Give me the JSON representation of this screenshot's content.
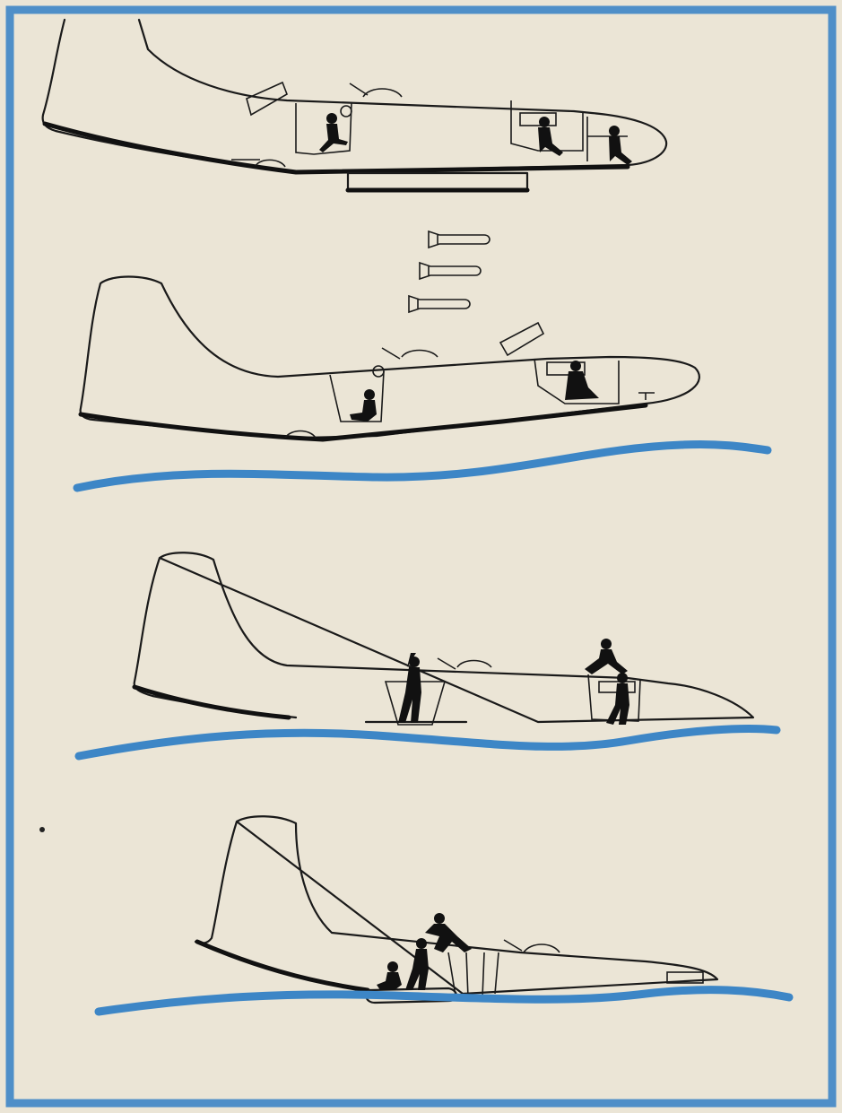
{
  "colors": {
    "paper": "#ebe5d6",
    "frame": "#4f8fc8",
    "water": "#3d86c6",
    "ink": "#1a1a1a"
  },
  "panels": [
    {
      "name": "aircraft-in-flight-dropping-bombs",
      "bombs": 3
    },
    {
      "name": "aircraft-ditching-on-water"
    },
    {
      "name": "aircraft-afloat-crew-exiting-hatches"
    },
    {
      "name": "aircraft-sinking-crew-boarding-raft"
    }
  ]
}
